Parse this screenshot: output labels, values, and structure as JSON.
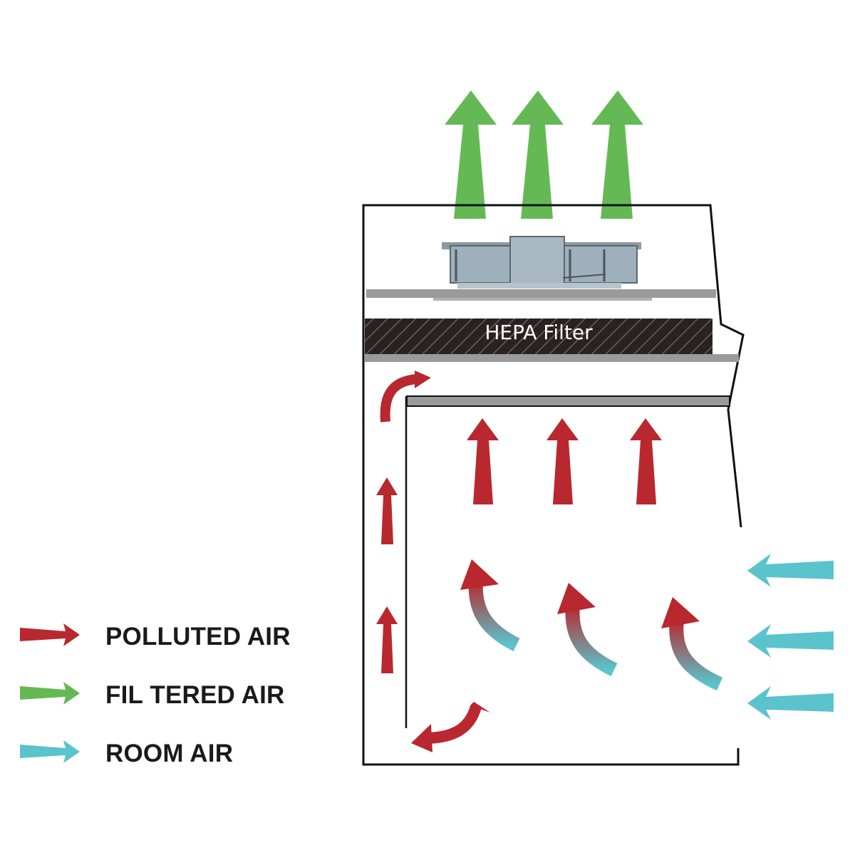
{
  "diagram": {
    "filter_label": "HEPA Filter",
    "colors": {
      "polluted": "#b8282e",
      "filtered": "#65b955",
      "room": "#5bc3cc",
      "outline": "#111111",
      "panel_gray": "#9a9a9a",
      "filter_dark": "#2a2220"
    },
    "components": [
      "fan",
      "hepa-filter",
      "cabinet",
      "baffle"
    ]
  },
  "legend": {
    "items": [
      {
        "label": "POLLUTED AIR",
        "color": "#b8282e",
        "icon": "red-arrow-icon"
      },
      {
        "label": "FIL TERED AIR",
        "color": "#65b955",
        "icon": "green-arrow-icon"
      },
      {
        "label": "ROOM AIR",
        "color": "#5bc3cc",
        "icon": "cyan-arrow-icon"
      }
    ]
  }
}
